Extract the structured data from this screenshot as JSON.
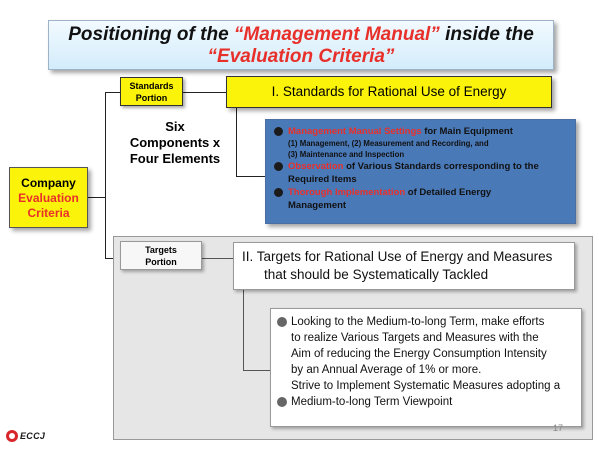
{
  "title": {
    "part1": "Positioning of the ",
    "highlight1": "“Management Manual”",
    "part2": " inside the",
    "highlight2": "“Evaluation Criteria”"
  },
  "company_box": {
    "line1": "Company",
    "line2": "Evaluation",
    "line3": "Criteria"
  },
  "standards": {
    "portion_line1": "Standards",
    "portion_line2": "Portion",
    "header": "I. Standards for Rational Use of Energy",
    "six_line1": "Six",
    "six_line2": "Components x",
    "six_line3": "Four Elements",
    "items": [
      {
        "red": "Management Manual Settings",
        "rest": " for Main Equipment"
      },
      {
        "red": "Observation",
        "rest": " of Various Standards corresponding to the",
        "cont": "Required Items"
      },
      {
        "red": "Thorough Implementation",
        "rest": " of Detailed Energy",
        "cont": "Management"
      }
    ],
    "sub_line1": "(1) Management, (2) Measurement and Recording, and",
    "sub_line2": "(3) Maintenance and Inspection"
  },
  "targets": {
    "portion_line1": "Targets",
    "portion_line2": "Portion",
    "header_line1": "II. Targets for Rational Use of Energy and Measures",
    "header_line2": "that should be Systematically Tackled",
    "body_line1": "Looking to the Medium-to-long Term, make efforts",
    "body_line2": "to realize Various Targets and Measures with the",
    "body_line3": "Aim of reducing the Energy Consumption Intensity",
    "body_line4": "by an Annual Average of 1% or more.",
    "body_line5": "Strive to Implement Systematic Measures adopting a",
    "body_line6": "Medium-to-long Term Viewpoint"
  },
  "logo_text": "ECCJ",
  "page_number": "17",
  "colors": {
    "yellow": "#fbf30a",
    "red": "#e8302b",
    "blue": "#4a79b8",
    "panel_gray": "#e6e6e6"
  }
}
